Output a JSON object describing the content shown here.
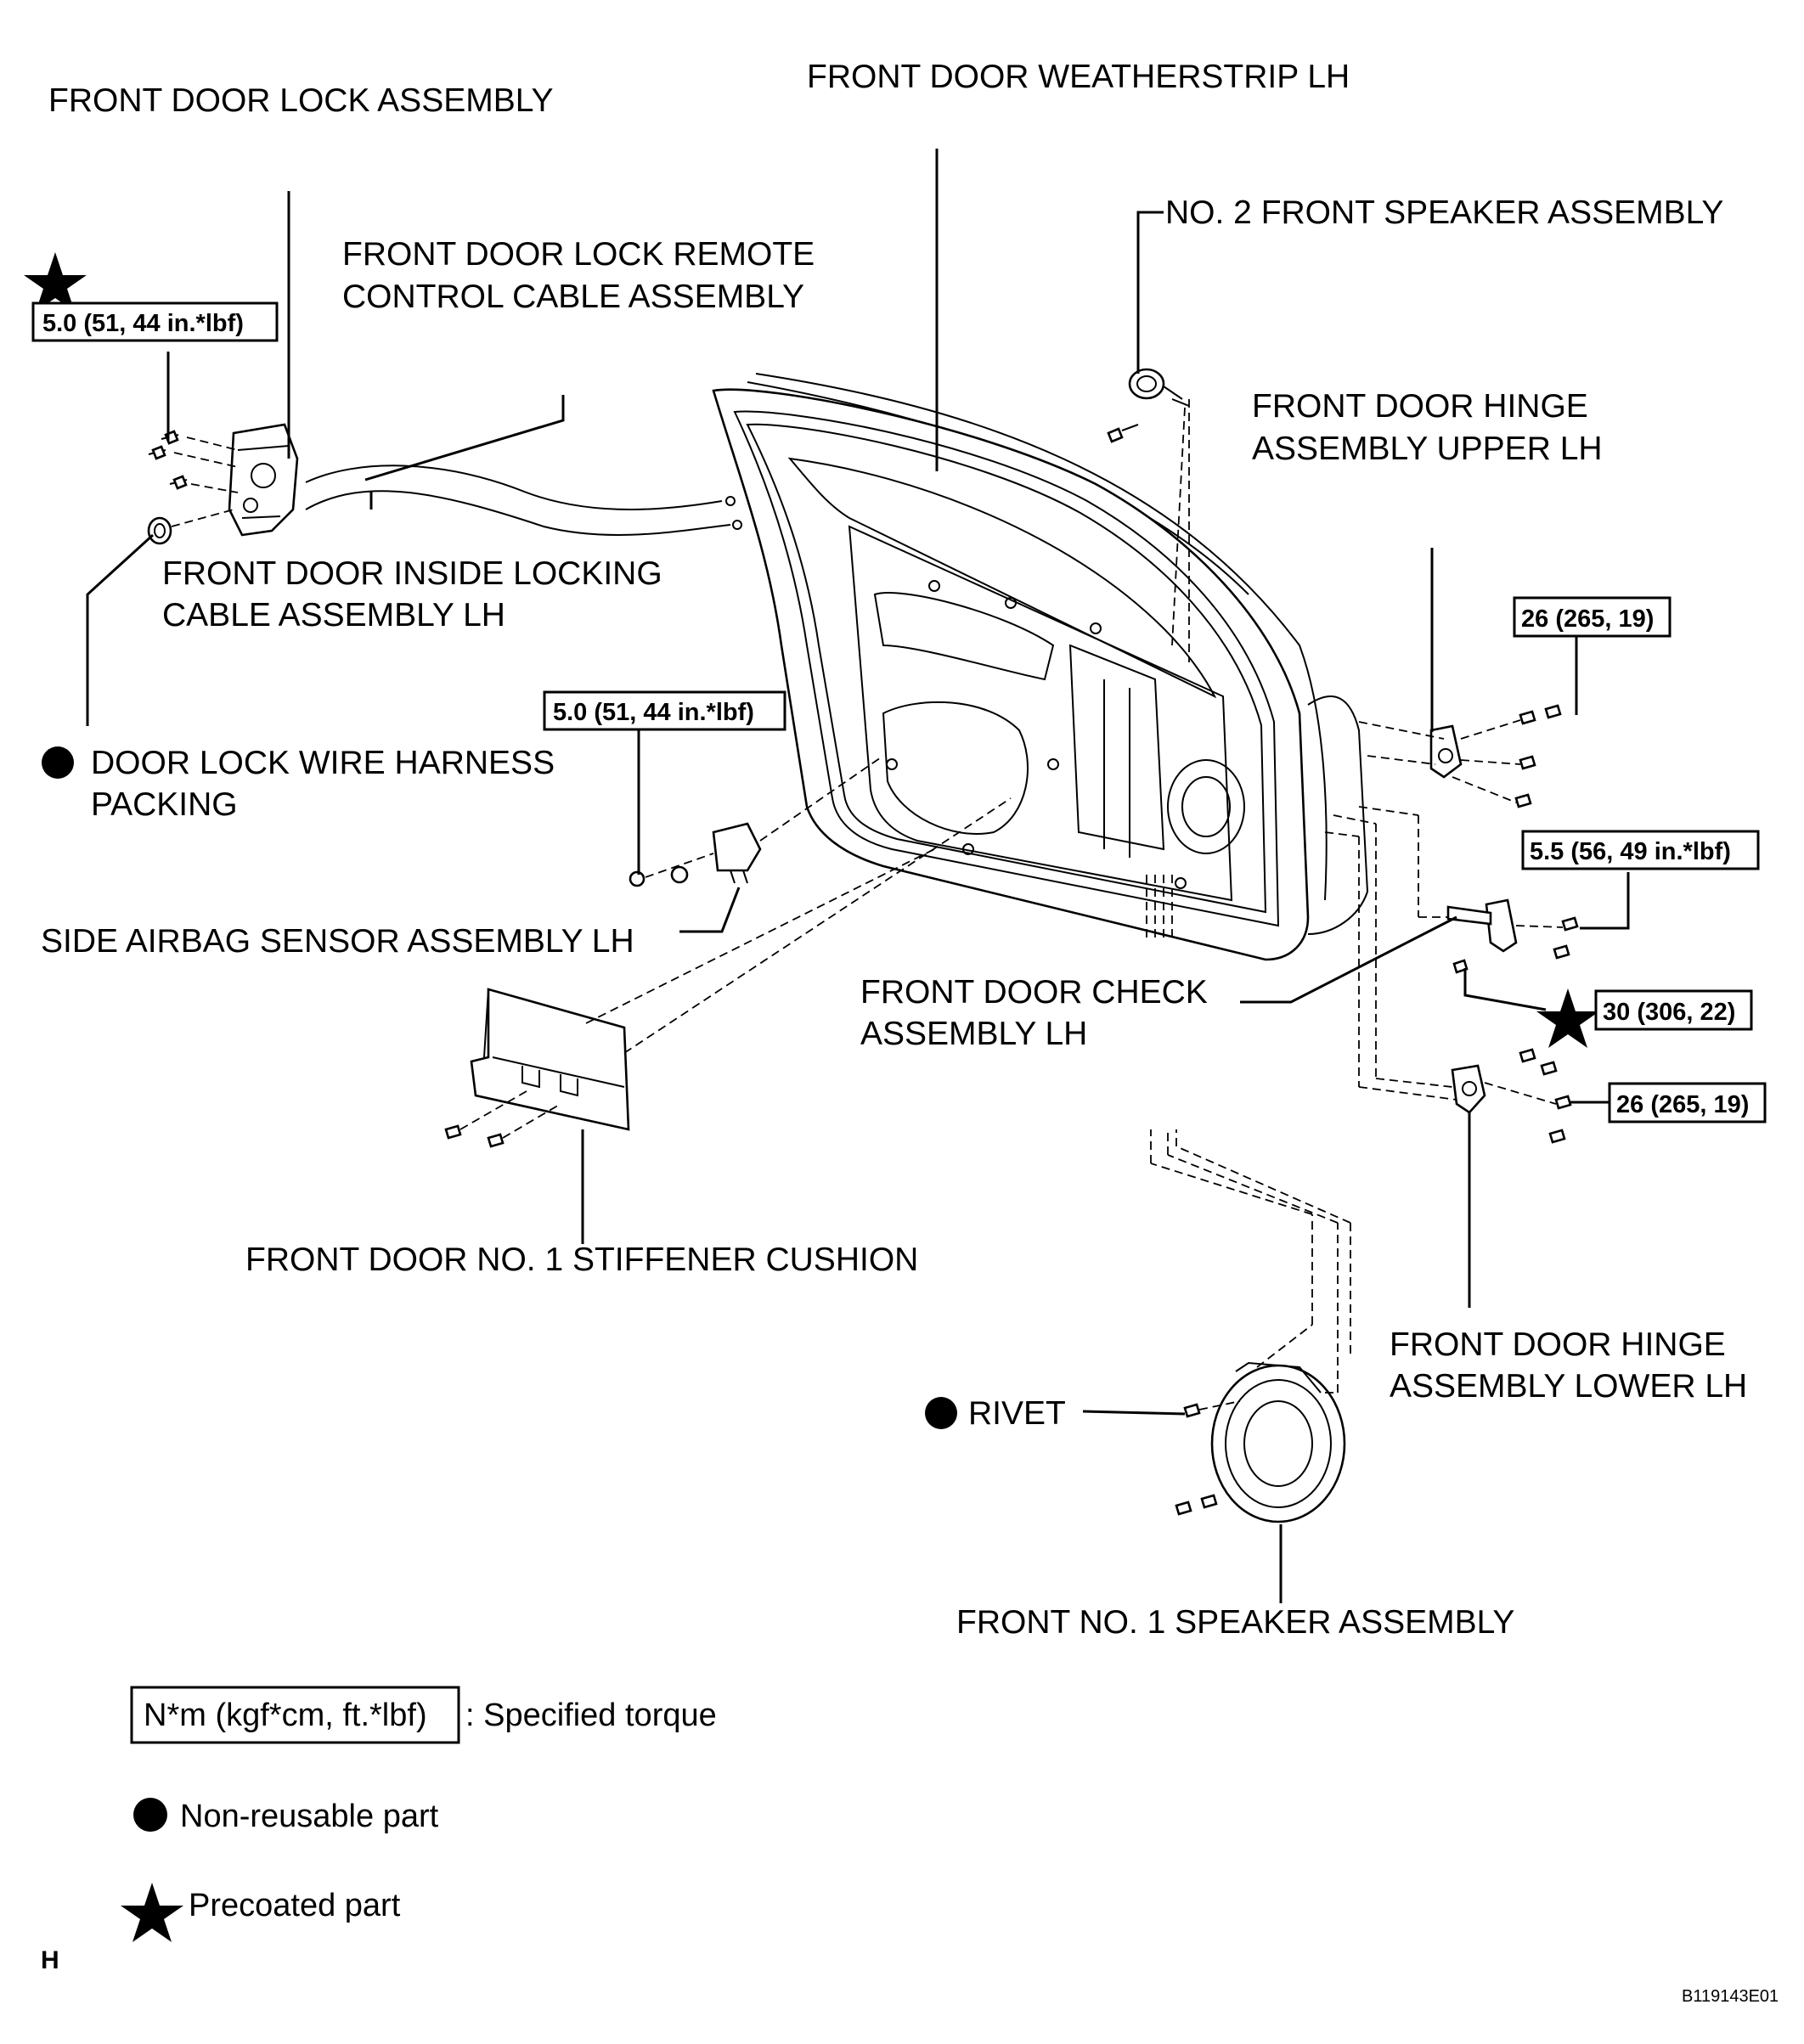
{
  "labels": {
    "lock_assembly": "FRONT DOOR LOCK ASSEMBLY",
    "weatherstrip": "FRONT DOOR WEATHERSTRIP LH",
    "remote_cable_l1": "FRONT DOOR LOCK REMOTE",
    "remote_cable_l2": "CONTROL CABLE ASSEMBLY",
    "no2_speaker": "NO. 2 FRONT SPEAKER ASSEMBLY",
    "hinge_upper_l1": "FRONT DOOR HINGE",
    "hinge_upper_l2": "ASSEMBLY UPPER LH",
    "inside_cable_l1": "FRONT DOOR INSIDE LOCKING",
    "inside_cable_l2": "CABLE ASSEMBLY LH",
    "packing_l1": "DOOR LOCK WIRE HARNESS",
    "packing_l2": "PACKING",
    "airbag_sensor": "SIDE AIRBAG SENSOR ASSEMBLY LH",
    "check_l1": "FRONT DOOR CHECK",
    "check_l2": "ASSEMBLY LH",
    "stiffener": "FRONT DOOR NO. 1 STIFFENER CUSHION",
    "hinge_lower_l1": "FRONT DOOR HINGE",
    "hinge_lower_l2": "ASSEMBLY LOWER LH",
    "rivet": "RIVET",
    "no1_speaker": "FRONT NO. 1 SPEAKER ASSEMBLY"
  },
  "torques": {
    "lock": "5.0 (51, 44 in.*lbf)",
    "airbag": "5.0 (51, 44 in.*lbf)",
    "hinge_upper": "26 (265, 19)",
    "check": "5.5 (56, 49 in.*lbf)",
    "check_star": "30 (306, 22)",
    "hinge_lower": "26 (265, 19)"
  },
  "legend": {
    "torque_box": "N*m (kgf*cm, ft.*lbf)",
    "torque_desc": ": Specified torque",
    "nonreusable": "Non-reusable part",
    "precoated": "Precoated part"
  },
  "footer": {
    "corner_letter": "H",
    "figure_code": "B119143E01"
  },
  "icons": [
    "star-icon",
    "filled-circle-icon"
  ]
}
